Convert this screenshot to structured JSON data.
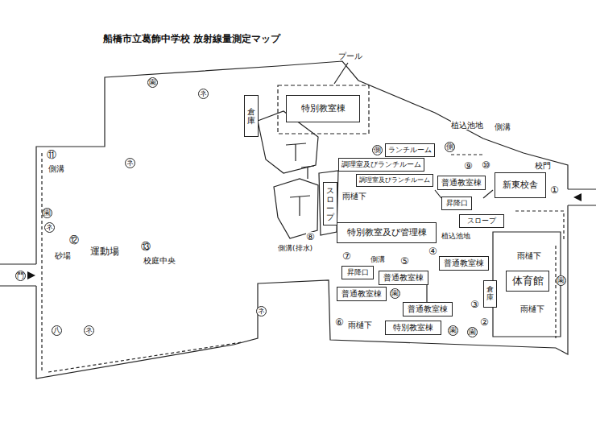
{
  "diagram": {
    "title": "船橋市立葛飾中学校 放射線量測定マップ",
    "nodes": [
      {
        "text": [
          "特別教室棟"
        ]
      },
      {
        "text": [
          "倉庫"
        ]
      },
      {
        "text": [
          "ランチルーム"
        ]
      },
      {
        "text": [
          "調理室及びランチルーム"
        ]
      },
      {
        "text": [
          "調理室及びランチルーム"
        ]
      },
      {
        "text": [
          "普通教室棟"
        ]
      },
      {
        "text": [
          "新東校舎"
        ]
      },
      {
        "text": [
          "昇降口"
        ]
      },
      {
        "text": [
          "スロープ"
        ]
      },
      {
        "text": [
          "スロープ"
        ]
      },
      {
        "text": [
          "特別教室及び管理棟"
        ]
      },
      {
        "text": [
          "体育館"
        ]
      },
      {
        "text": [
          "普通教室棟"
        ]
      },
      {
        "text": [
          "昇降口"
        ]
      },
      {
        "text": [
          "普通教室棟"
        ]
      },
      {
        "text": [
          "倉庫"
        ]
      },
      {
        "text": [
          "普通教室棟"
        ]
      },
      {
        "text": [
          "普通教室棟"
        ]
      },
      {
        "text": [
          "特別教室棟"
        ]
      }
    ],
    "labels": [
      "プール",
      "植込池地",
      "側溝",
      "校門",
      "門",
      "①",
      "側",
      "側",
      "⑨",
      "⑩",
      "園",
      "ネ",
      "⑪",
      "ネ",
      "側溝",
      "園",
      "ネ",
      "⑫",
      "⑬",
      "運動場",
      "砂場",
      "校庭中央",
      "雨樋下",
      "⑧",
      "側溝(排水)",
      "植込池地",
      "④",
      "⑦",
      "側溝",
      "⑤",
      "雨樋下",
      "園",
      "③",
      "雨樋下",
      "②",
      "園",
      "⑥",
      "雨樋下",
      "園",
      "園",
      "ネ",
      "八",
      "ネ"
    ]
  }
}
